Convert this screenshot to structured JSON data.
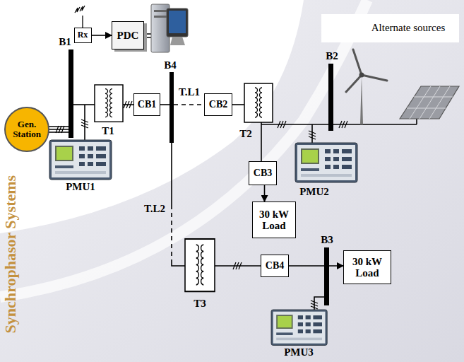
{
  "diagram": {
    "nodes": [
      {
        "text": [
          "Rx"
        ]
      },
      {
        "text": [
          "PDC"
        ]
      },
      {
        "text": [
          "Gen. Station"
        ]
      },
      {
        "text": [
          "CB1"
        ]
      },
      {
        "text": [
          "CB2"
        ]
      },
      {
        "text": [
          "CB3"
        ]
      },
      {
        "text": [
          "30 kW Load"
        ]
      },
      {
        "text": [
          "CB4"
        ]
      },
      {
        "text": [
          "30 kW Load"
        ]
      }
    ],
    "edges": [
      {
        "from": 0,
        "to": 1,
        "arrow": "to"
      },
      {
        "from": 3,
        "to": 4,
        "arrow": "none",
        "label": "T.L1"
      },
      {
        "from": 5,
        "to": 6,
        "arrow": "to"
      },
      {
        "from": 7,
        "to": 8,
        "arrow": "to"
      }
    ],
    "labels": [
      "Alternate sources",
      "B1",
      "B4",
      "B2",
      "T1",
      "T2",
      "PMU1",
      "PMU2",
      "T.L2",
      "B3",
      "T3",
      "PMU3",
      "Synchrophasor Systems"
    ]
  }
}
